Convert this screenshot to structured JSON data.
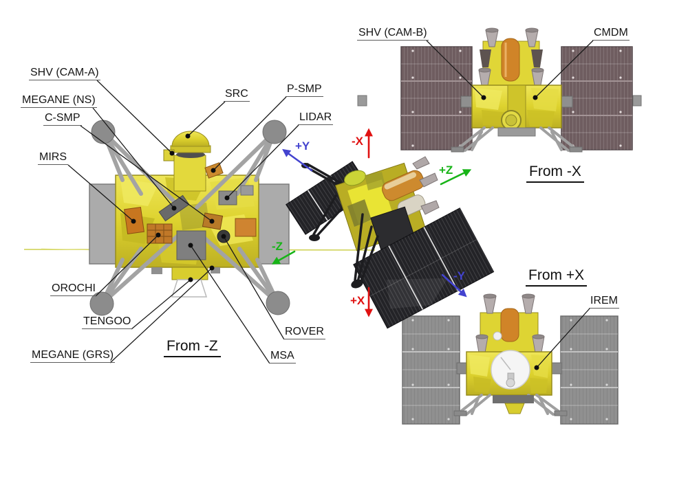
{
  "figure": {
    "description": "Spacecraft instrument accommodation diagram with three labeled orthographic views and a central isometric view"
  },
  "views": {
    "fromMinusZ": {
      "heading": "From -Z",
      "instruments": {
        "shv_cam_a": "SHV (CAM-A)",
        "megane_ns": "MEGANE (NS)",
        "c_smp": "C-SMP",
        "mirs": "MIRS",
        "orochi": "OROCHI",
        "tengoo": "TENGOO",
        "megane_grs": "MEGANE (GRS)",
        "src": "SRC",
        "p_smp": "P-SMP",
        "lidar": "LIDAR",
        "rover": "ROVER",
        "msa": "MSA"
      }
    },
    "fromMinusX": {
      "heading": "From -X",
      "instruments": {
        "shv_cam_b": "SHV (CAM-B)",
        "cmdm": "CMDM"
      }
    },
    "fromPlusX": {
      "heading": "From +X",
      "instruments": {
        "irem": "IREM"
      }
    }
  },
  "axes": {
    "plus_y": {
      "label": "+Y",
      "color": "#4343cf"
    },
    "minus_x": {
      "label": "-X",
      "color": "#e01111"
    },
    "plus_z": {
      "label": "+Z",
      "color": "#18b418"
    },
    "minus_z": {
      "label": "-Z",
      "color": "#18b418"
    },
    "plus_x": {
      "label": "+X",
      "color": "#e01111"
    },
    "minus_y": {
      "label": "-Y",
      "color": "#4343cf"
    }
  },
  "palette": {
    "gold_foil": "#ddd22e",
    "orange_tank": "#d08428",
    "panel_maroon": "#6f5d60",
    "panel_gray": "#909090",
    "panel_dark": "#232327",
    "structure_gray": "#9c9c9c",
    "leader_line": "#1a1a1a"
  }
}
